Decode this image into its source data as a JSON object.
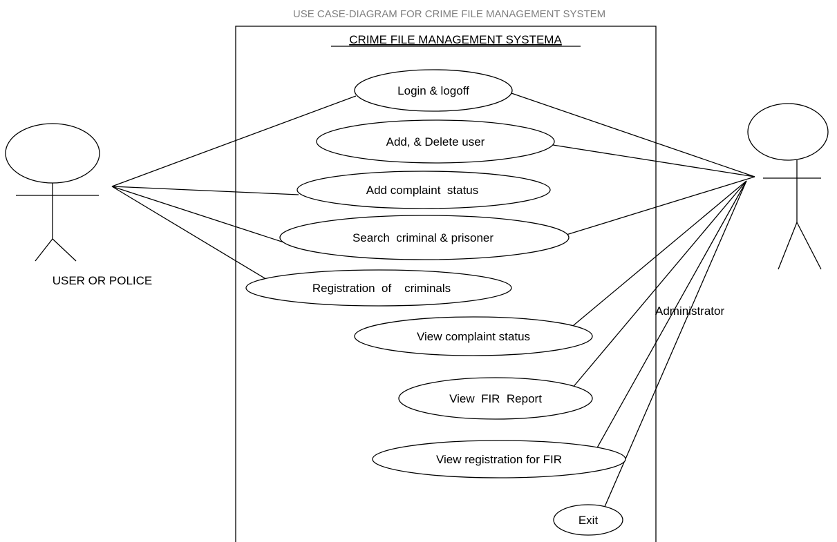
{
  "diagram": {
    "title": "USE CASE-DIAGRAM FOR CRIME FILE MANAGEMENT SYSTEM",
    "system_name": "CRIME FILE MANAGEMENT SYSTEMA",
    "actors": {
      "user": {
        "label": "USER OR POLICE"
      },
      "admin": {
        "label": "Administrator"
      }
    },
    "use_cases": [
      {
        "label": "Login & logoff"
      },
      {
        "label": "Add, & Delete user"
      },
      {
        "label": "Add complaint  status"
      },
      {
        "label": "Search  criminal & prisoner"
      },
      {
        "label": "Registration  of    criminals"
      },
      {
        "label": "View complaint status"
      },
      {
        "label": "View  FIR  Report"
      },
      {
        "label": "View registration for FIR"
      },
      {
        "label": "Exit"
      }
    ]
  }
}
